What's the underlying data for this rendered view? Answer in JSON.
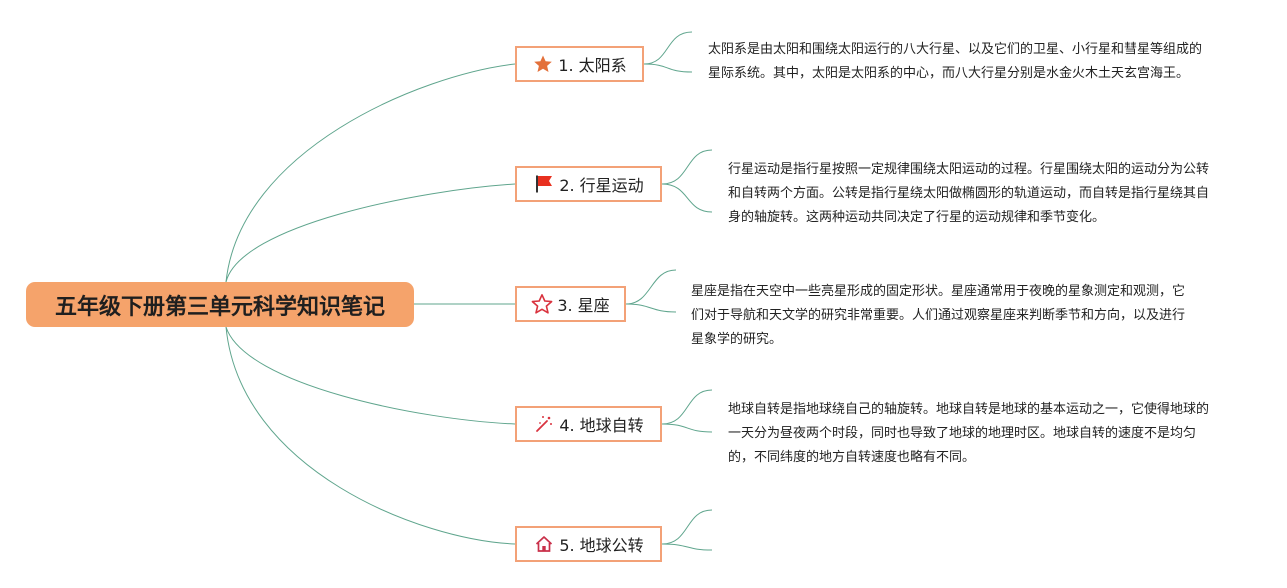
{
  "root": {
    "title": "五年级下册第三单元科学知识笔记"
  },
  "colors": {
    "root_fill": "#f5a36b",
    "node_border": "#f3a177",
    "connector": "#5fa58d"
  },
  "branches": [
    {
      "label": "1. 太阳系",
      "icon": "star-filled-icon",
      "icon_color": "#e3703a",
      "description": "太阳系是由太阳和围绕太阳运行的八大行星、以及它们的卫星、小行星和彗星等组成的星际系统。其中，太阳是太阳系的中心，而八大行星分别是水金火木土天玄宫海王。"
    },
    {
      "label": "2. 行星运动",
      "icon": "flag-icon",
      "icon_color": "#e8301f",
      "description": "行星运动是指行星按照一定规律围绕太阳运动的过程。行星围绕太阳的运动分为公转和自转两个方面。公转是指行星绕太阳做椭圆形的轨道运动，而自转是指行星绕其自身的轴旋转。这两种运动共同决定了行星的运动规律和季节变化。"
    },
    {
      "label": "3. 星座",
      "icon": "star-outline-icon",
      "icon_color": "#d9333f",
      "description": "星座是指在天空中一些亮星形成的固定形状。星座通常用于夜晚的星象测定和观测，它们对于导航和天文学的研究非常重要。人们通过观察星座来判断季节和方向，以及进行星象学的研究。"
    },
    {
      "label": "4. 地球自转",
      "icon": "magic-wand-icon",
      "icon_color": "#d9333f",
      "description": "地球自转是指地球绕自己的轴旋转。地球自转是地球的基本运动之一，它使得地球的一天分为昼夜两个时段，同时也导致了地球的地理时区。地球自转的速度不是均匀的，不同纬度的地方自转速度也略有不同。"
    },
    {
      "label": "5. 地球公转",
      "icon": "home-icon",
      "icon_color": "#c9304a",
      "description": ""
    }
  ]
}
